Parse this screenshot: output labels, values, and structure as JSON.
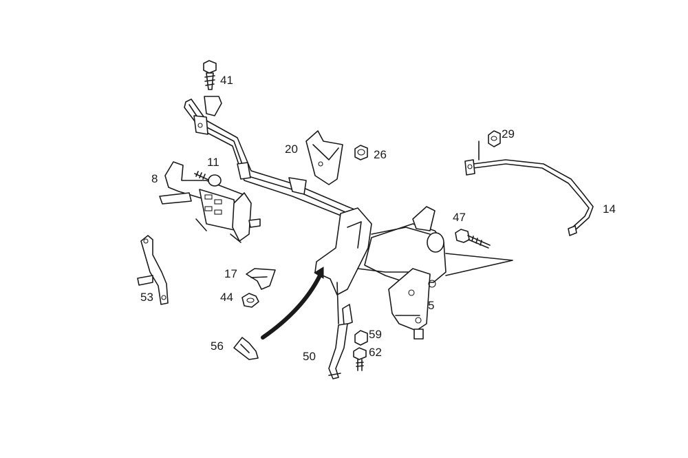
{
  "callouts": [
    {
      "id": "c41",
      "text": "41"
    },
    {
      "id": "c11",
      "text": "11"
    },
    {
      "id": "c8",
      "text": "8"
    },
    {
      "id": "c20",
      "text": "20"
    },
    {
      "id": "c26",
      "text": "26"
    },
    {
      "id": "c29",
      "text": "29"
    },
    {
      "id": "c14",
      "text": "14"
    },
    {
      "id": "c47",
      "text": "47"
    },
    {
      "id": "c5",
      "text": "5"
    },
    {
      "id": "c17",
      "text": "17"
    },
    {
      "id": "c44",
      "text": "44"
    },
    {
      "id": "c53",
      "text": "53"
    },
    {
      "id": "c56",
      "text": "56"
    },
    {
      "id": "c59",
      "text": "59"
    },
    {
      "id": "c62",
      "text": "62"
    },
    {
      "id": "c50",
      "text": "50"
    }
  ],
  "colors": {
    "line": "#1a1a1a",
    "background": "#ffffff"
  }
}
